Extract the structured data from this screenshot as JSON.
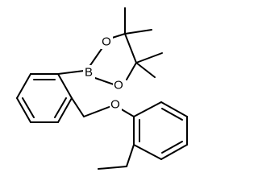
{
  "atoms": {
    "boron": "B",
    "oxygen_upper": "O",
    "oxygen_lower": "O",
    "oxygen_ether": "O"
  },
  "colors": {
    "bond": "#000000",
    "label": "#000000",
    "background": "#ffffff"
  }
}
